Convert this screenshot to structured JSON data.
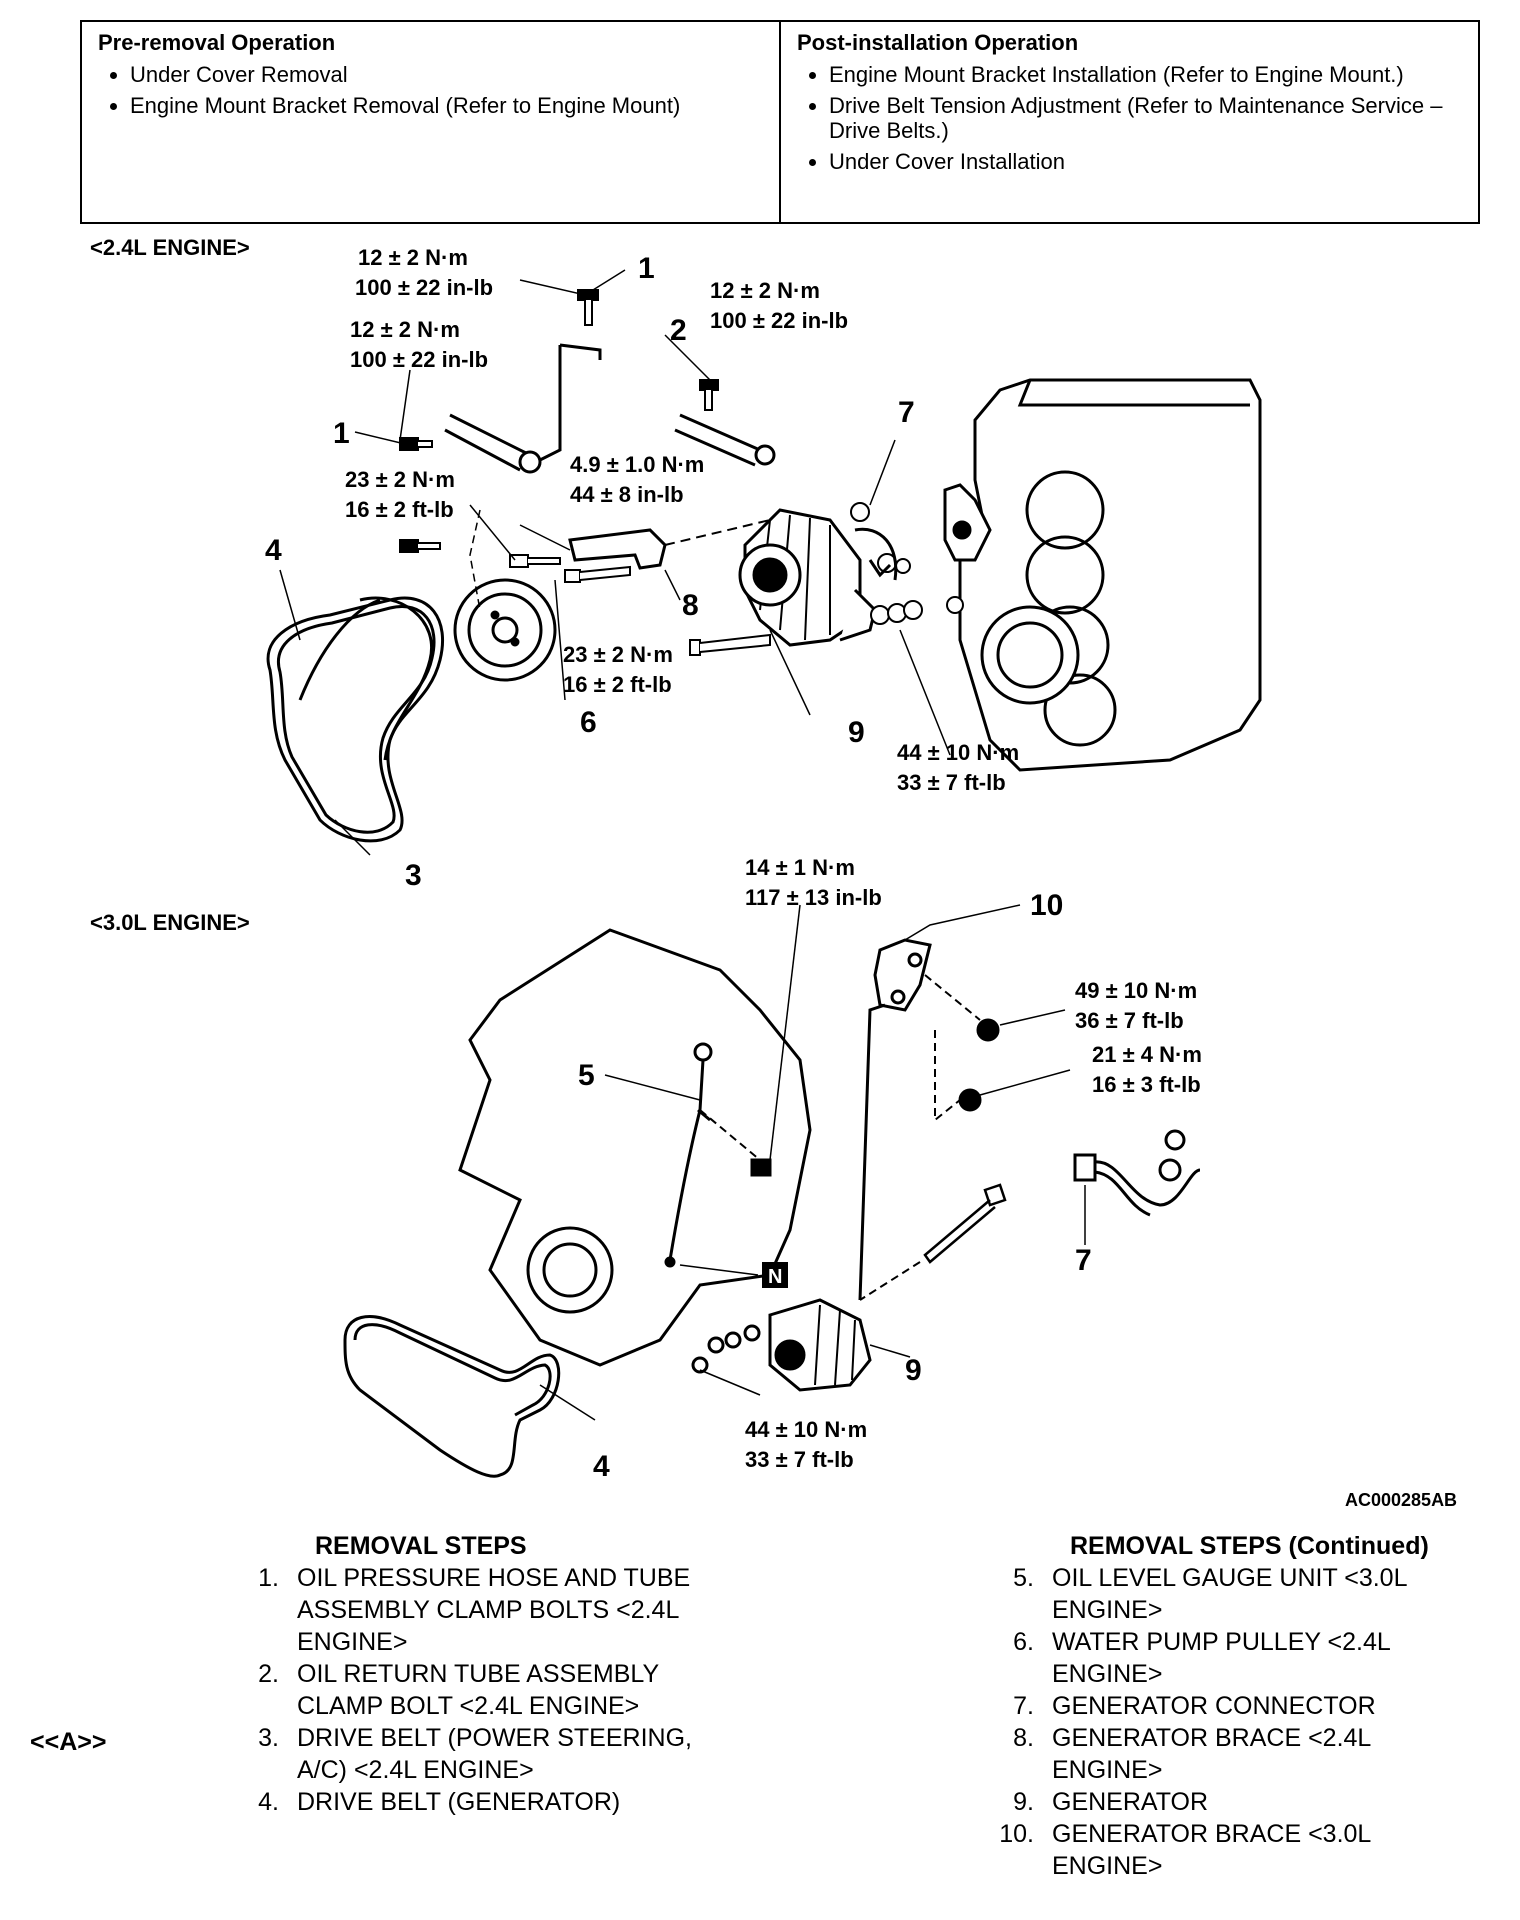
{
  "pre_removal": {
    "title": "Pre-removal Operation",
    "items": [
      "Under Cover Removal",
      "Engine Mount Bracket Removal (Refer to Engine Mount)"
    ]
  },
  "post_installation": {
    "title": "Post-installation Operation",
    "items": [
      "Engine Mount Bracket Installation (Refer to Engine Mount.)",
      "Drive Belt Tension Adjustment (Refer to Maintenance Service – Drive Belts.)",
      "Under Cover Installation"
    ]
  },
  "diagram": {
    "section_24": "<2.4L ENGINE>",
    "section_30": "<3.0L ENGINE>",
    "figure_code": "AC000285AB",
    "torques": {
      "t1a": "12 ± 2 N·m",
      "t1b": "100 ± 22 in-lb",
      "t2a": "12 ± 2 N·m",
      "t2b": "100 ± 22 in-lb",
      "t3a": "12 ± 2 N·m",
      "t3b": "100 ± 22 in-lb",
      "t4a": "23 ± 2 N·m",
      "t4b": "16 ± 2 ft-lb",
      "t5a": "4.9 ± 1.0 N·m",
      "t5b": "44 ± 8 in-lb",
      "t6a": "23 ± 2 N·m",
      "t6b": "16 ± 2 ft-lb",
      "t7a": "44 ± 10 N·m",
      "t7b": "33 ± 7 ft-lb",
      "t8a": "14 ± 1 N·m",
      "t8b": "117 ± 13 in-lb",
      "t9a": "49 ± 10 N·m",
      "t9b": "36 ± 7 ft-lb",
      "t10a": "21 ± 4 N·m",
      "t10b": "16 ± 3 ft-lb",
      "t11a": "44 ± 10 N·m",
      "t11b": "33 ± 7 ft-lb"
    },
    "callouts": {
      "c1a": "1",
      "c1b": "1",
      "c2": "2",
      "c3": "3",
      "c4a": "4",
      "c4b": "4",
      "c5": "5",
      "c6": "6",
      "c7a": "7",
      "c7b": "7",
      "c8": "8",
      "c9a": "9",
      "c9b": "9",
      "c10": "10",
      "n_badge": "N"
    }
  },
  "removal_steps_left": {
    "title": "REMOVAL STEPS",
    "items": [
      {
        "n": "1.",
        "text": "OIL PRESSURE HOSE AND TUBE ASSEMBLY CLAMP BOLTS <2.4L ENGINE>"
      },
      {
        "n": "2.",
        "text": "OIL RETURN TUBE ASSEMBLY CLAMP BOLT <2.4L ENGINE>"
      },
      {
        "n": "3.",
        "text": "DRIVE BELT (POWER STEERING, A/C) <2.4L ENGINE>"
      },
      {
        "n": "4.",
        "text": "DRIVE BELT (GENERATOR)"
      }
    ]
  },
  "removal_steps_right": {
    "title": "REMOVAL STEPS (Continued)",
    "items": [
      {
        "n": "5.",
        "text": "OIL LEVEL GAUGE UNIT <3.0L ENGINE>"
      },
      {
        "n": "6.",
        "text": "WATER PUMP PULLEY <2.4L ENGINE>"
      },
      {
        "n": "7.",
        "text": "GENERATOR CONNECTOR"
      },
      {
        "n": "8.",
        "text": "GENERATOR BRACE <2.4L ENGINE>"
      },
      {
        "n": "9.",
        "text": "GENERATOR"
      },
      {
        "n": "10.",
        "text": "GENERATOR BRACE <3.0L ENGINE>"
      }
    ]
  },
  "note_ref": "<<A>>"
}
